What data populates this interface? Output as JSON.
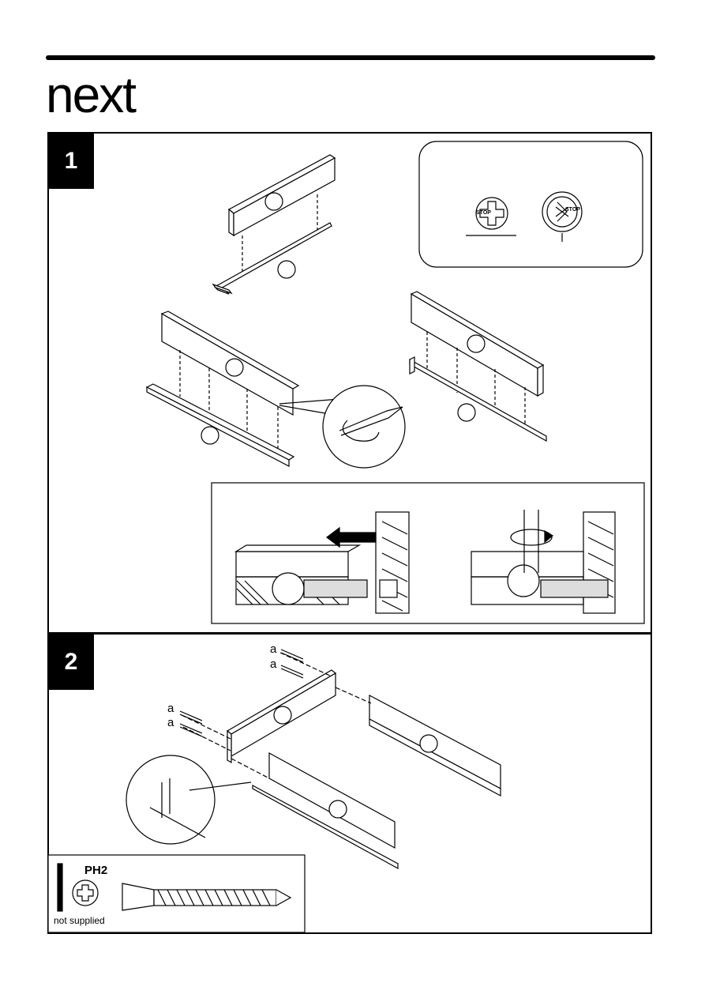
{
  "brand": {
    "logo_text": "next"
  },
  "steps": [
    {
      "number": "1"
    },
    {
      "number": "2"
    }
  ],
  "cam_lock_detail": {
    "left_mark": "STOP",
    "right_mark": "STOP"
  },
  "screw_labels": [
    "a",
    "a",
    "a",
    "a"
  ],
  "tool_box": {
    "bit": "PH2",
    "note": "not supplied"
  }
}
